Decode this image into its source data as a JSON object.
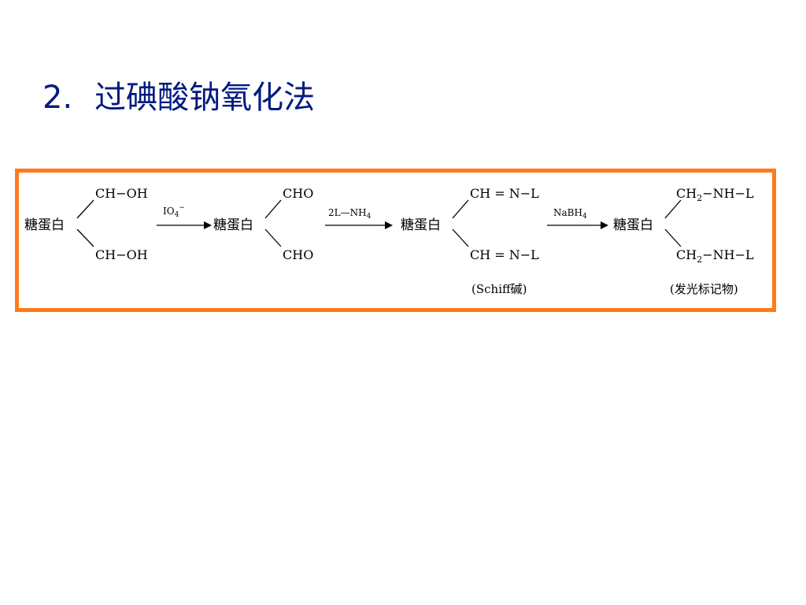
{
  "title": {
    "number": "2.",
    "text": "过碘酸钠氧化法"
  },
  "scheme": {
    "protein_label": "糖蛋白",
    "step1": {
      "top": "CH−OH",
      "bottom": "CH−OH"
    },
    "arrow1": {
      "reagent": "IO",
      "sub": "4",
      "sup": "−"
    },
    "step2": {
      "top": "CHO",
      "bottom": "CHO"
    },
    "arrow2": {
      "reagent_prefix": "2L",
      "reagent_suffix": "—NH",
      "sub": "4"
    },
    "step3": {
      "top": "CH = N−L",
      "bottom": "CH = N−L",
      "note": "(Schiff碱)"
    },
    "arrow3": {
      "reagent": "NaBH",
      "sub": "4"
    },
    "step4": {
      "top_prefix": "CH",
      "top_sub": "2",
      "top_suffix": "−NH−L",
      "bottom_prefix": "CH",
      "bottom_sub": "2",
      "bottom_suffix": "−NH−L",
      "note": "(发光标记物)"
    },
    "colors": {
      "frame": "#ff7a1a",
      "title": "#001a80"
    }
  }
}
